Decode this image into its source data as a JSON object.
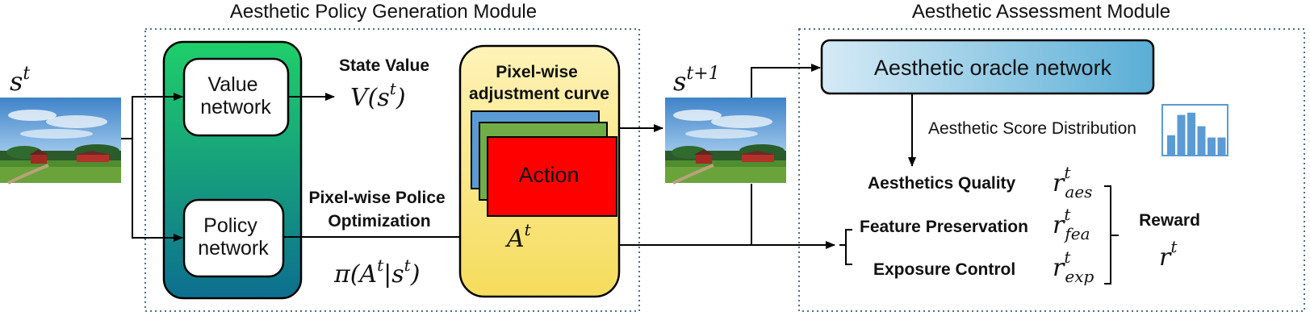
{
  "modules": {
    "policy_title": "Aesthetic Policy Generation Module",
    "assessment_title": "Aesthetic Assessment Module"
  },
  "input": {
    "state": "s",
    "state_sup": "t"
  },
  "next_state": {
    "state": "s",
    "state_sup": "t+1"
  },
  "value_network": {
    "line1": "Value",
    "line2": "network"
  },
  "policy_network": {
    "line1": "Policy",
    "line2": "network"
  },
  "state_value": {
    "label": "State Value",
    "formula_prefix": "V(s",
    "formula_sup": "t",
    "formula_suffix": ")"
  },
  "policy_opt": {
    "line1": "Pixel-wise Police",
    "line2": "Optimization",
    "formula_a": "π(A",
    "formula_sup1": "t",
    "formula_mid": "|s",
    "formula_sup2": "t",
    "formula_end": ")"
  },
  "adjustment": {
    "line1": "Pixel-wise",
    "line2": "adjustment curve",
    "action_label": "Action",
    "output": "A",
    "output_sup": "t"
  },
  "oracle": {
    "label": "Aesthetic oracle network"
  },
  "score_distribution": {
    "label": "Aesthetic  Score Distribution",
    "bars": [
      0.45,
      0.9,
      0.95,
      0.65,
      0.4,
      0.4
    ]
  },
  "rewards": [
    {
      "label": "Aesthetics Quality",
      "symbol": "r",
      "sup": "t",
      "sub": "aes"
    },
    {
      "label": "Feature Preservation",
      "symbol": "r",
      "sup": "t",
      "sub": "fea"
    },
    {
      "label": "Exposure Control",
      "symbol": "r",
      "sup": "t",
      "sub": "exp"
    }
  ],
  "reward_total": {
    "label": "Reward",
    "symbol": "r",
    "sup": "t"
  },
  "colors": {
    "dashed_border": "#4a6f8a",
    "green_top": "#1fcf6a",
    "teal_bottom": "#0d6f8f",
    "yellow_top": "#fff3b8",
    "yellow_bottom": "#f5dc5c",
    "layer_blue": "#5b9bd5",
    "layer_green": "#70ad47",
    "layer_red": "#ff0000",
    "oracle_left": "#d6ebf6",
    "oracle_right": "#5aaed6",
    "bar_fill": "#5b9bd5"
  }
}
